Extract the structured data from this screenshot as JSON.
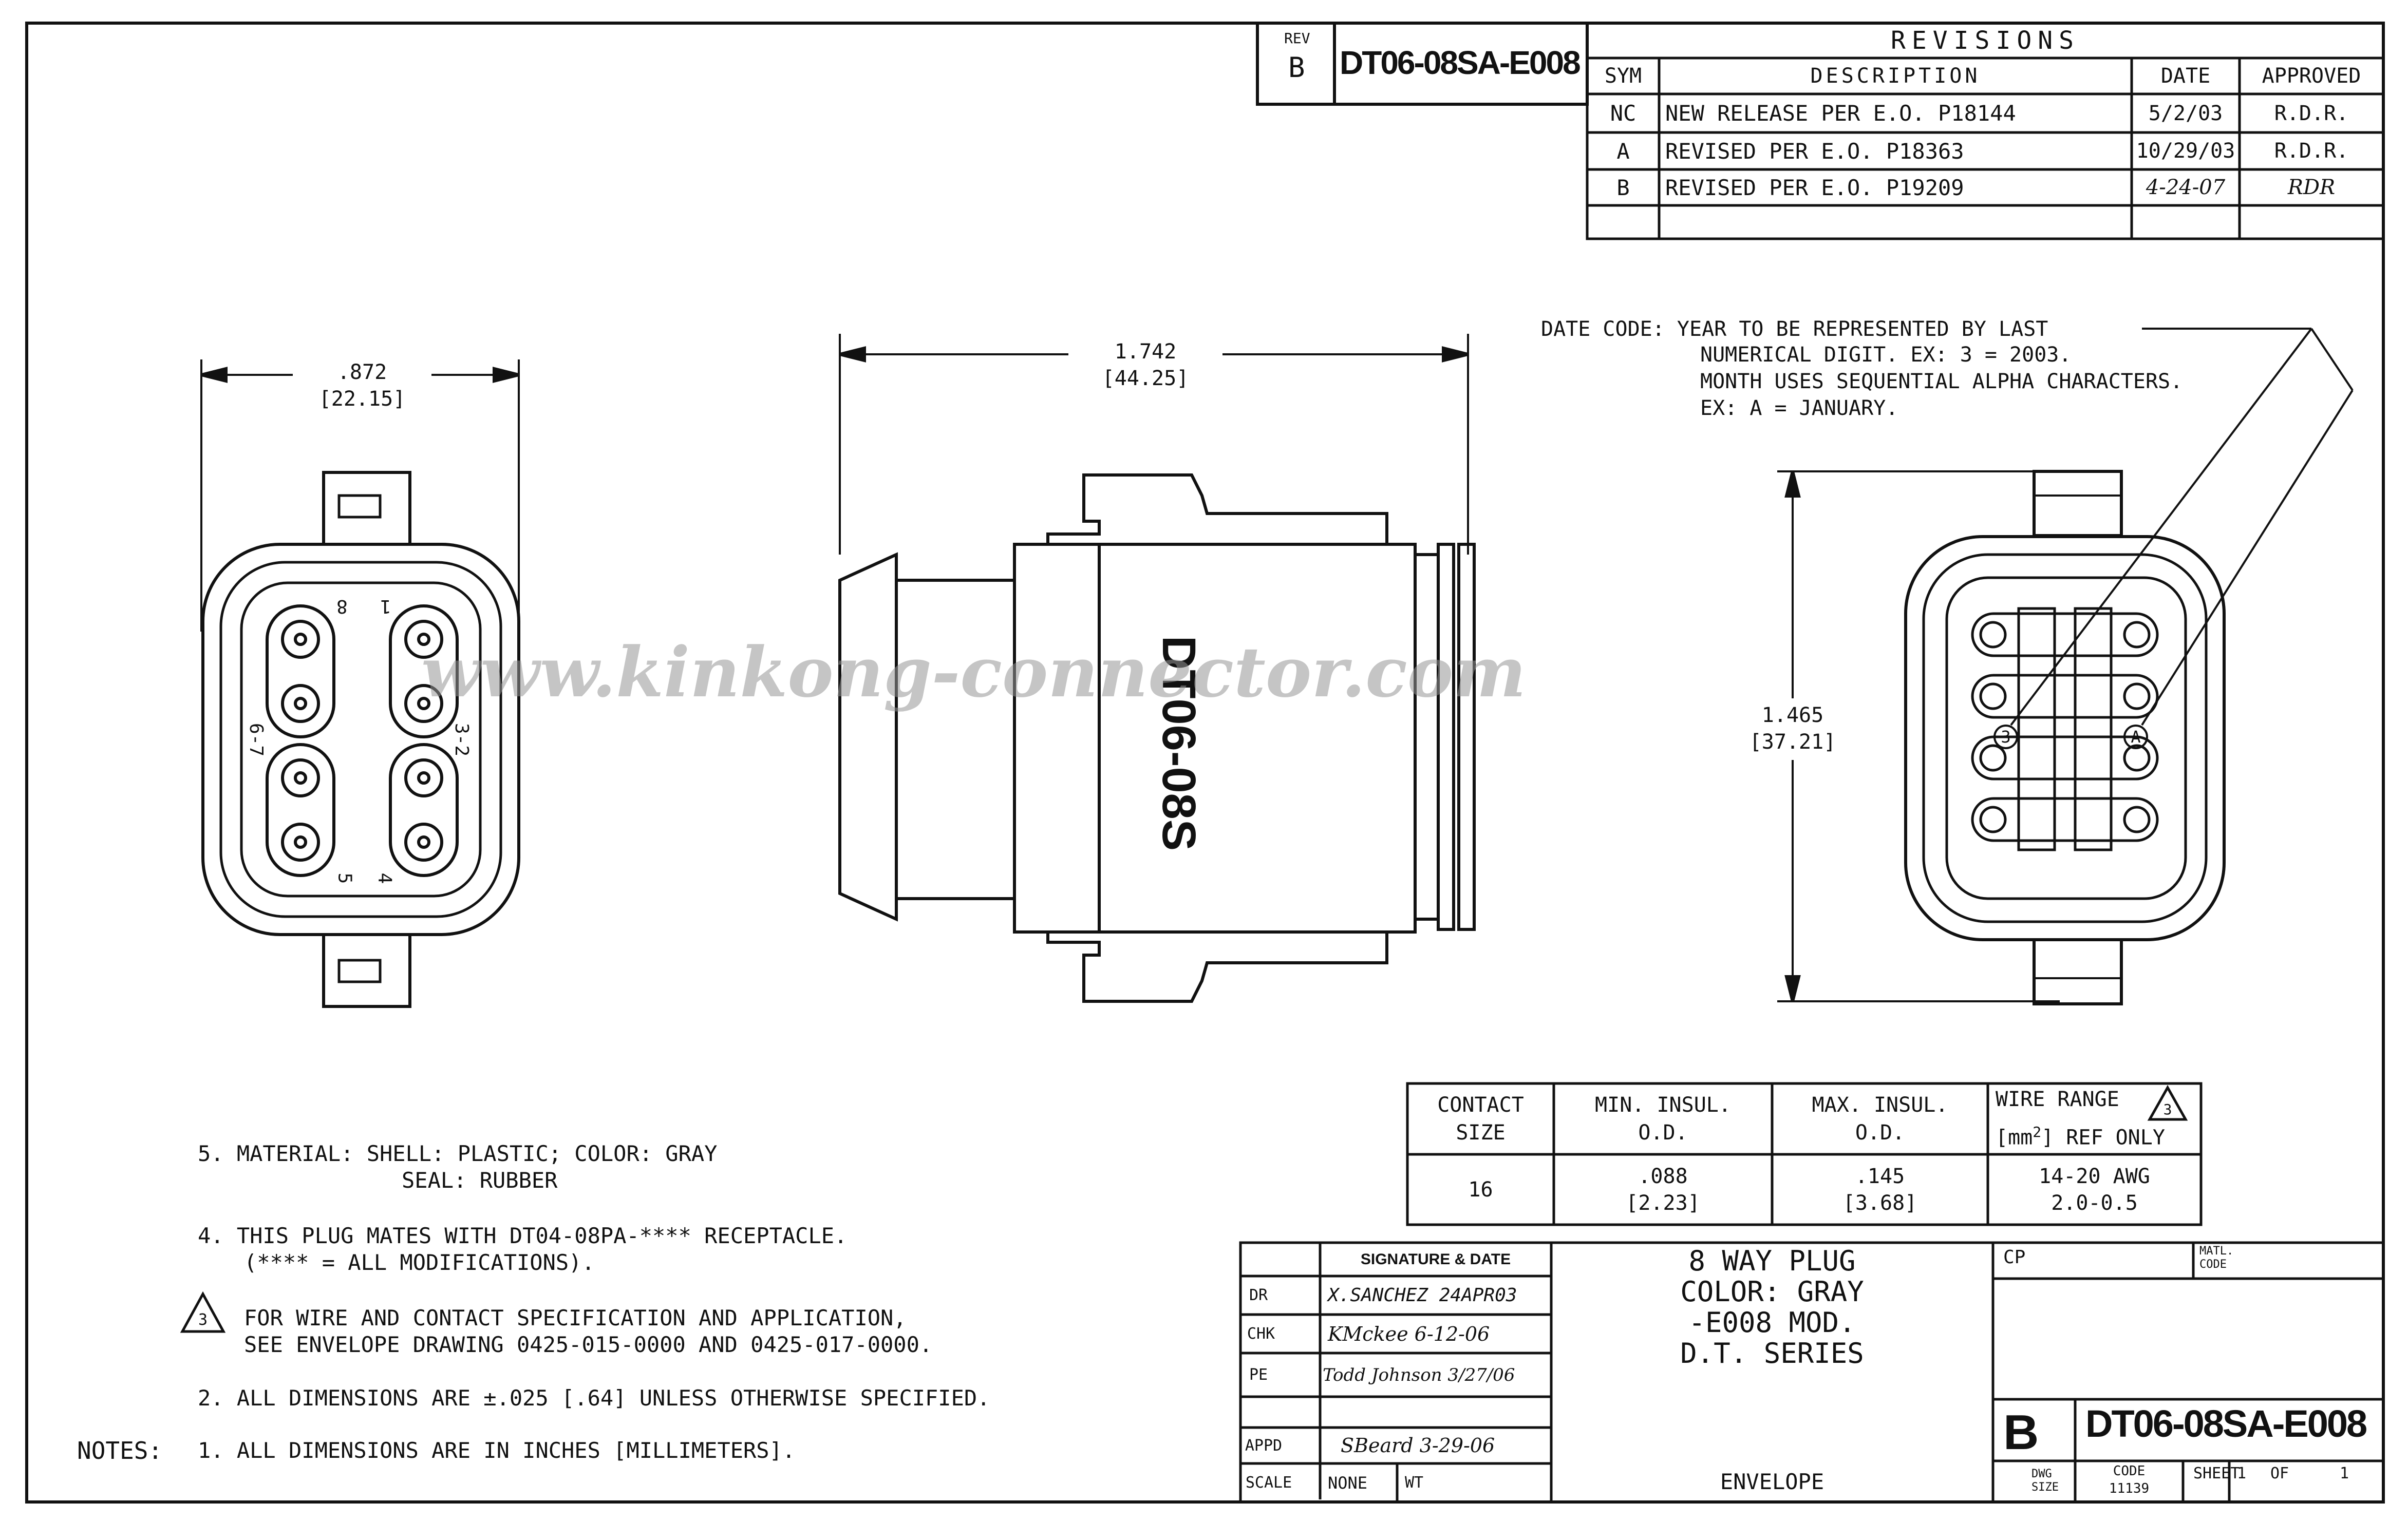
{
  "rev_box": {
    "rev_label": "REV",
    "rev_value": "B",
    "drawing_number": "DT06-08SA-E008"
  },
  "revisions": {
    "title": "REVISIONS",
    "headers": {
      "sym": "SYM",
      "description": "DESCRIPTION",
      "date": "DATE",
      "approved": "APPROVED"
    },
    "rows": [
      {
        "sym": "NC",
        "description": "NEW RELEASE PER E.O. P18144",
        "date": "5/2/03",
        "approved": "R.D.R."
      },
      {
        "sym": "A",
        "description": "REVISED PER E.O. P18363",
        "date": "10/29/03",
        "approved": "R.D.R."
      },
      {
        "sym": "B",
        "description": "REVISED PER E.O. P19209",
        "date": "4-24-07",
        "approved": "RDR"
      }
    ]
  },
  "dimensions": {
    "front_width_in": ".872",
    "front_width_mm": "[22.15]",
    "side_length_in": "1.742",
    "side_length_mm": "[44.25]",
    "rear_height_in": "1.465",
    "rear_height_mm": "[37.21]"
  },
  "views": {
    "part_marking": "DT06-08S",
    "cavity_labels": {
      "c8": "8",
      "c1": "1",
      "c67": "6-7",
      "c32": "3-2",
      "c5": "5",
      "c4": "4"
    },
    "date_code_markers": {
      "year": "3",
      "month": "A"
    }
  },
  "date_code_note": {
    "line1": "DATE CODE: YEAR TO BE REPRESENTED BY LAST",
    "line2": "NUMERICAL DIGIT. EX: 3 = 2003.",
    "line3": "MONTH USES SEQUENTIAL ALPHA CHARACTERS.",
    "line4": "EX: A = JANUARY."
  },
  "watermark": "www.kinkong-connector.com",
  "contact_table": {
    "headers": {
      "contact_size_1": "CONTACT",
      "contact_size_2": "SIZE",
      "min_1": "MIN. INSUL.",
      "min_2": "O.D.",
      "max_1": "MAX. INSUL.",
      "max_2": "O.D.",
      "wire_1": "WIRE RANGE",
      "wire_flag": "3",
      "wire_2a": "[mm",
      "wire_2sup": "2",
      "wire_2b": "] REF ONLY"
    },
    "row": {
      "contact_size": "16",
      "min_in": ".088",
      "min_mm": "[2.23]",
      "max_in": ".145",
      "max_mm": "[3.68]",
      "wire_awg": "14-20 AWG",
      "wire_mm": "2.0-0.5"
    }
  },
  "notes": {
    "n5_line1": "5. MATERIAL: SHELL: PLASTIC; COLOR: GRAY",
    "n5_line2": "SEAL: RUBBER",
    "n4_line1": "4. THIS PLUG MATES WITH DT04-08PA-**** RECEPTACLE.",
    "n4_line2": "(**** = ALL MODIFICATIONS).",
    "n3_flag": "3",
    "n3_line1": "FOR WIRE AND CONTACT SPECIFICATION AND APPLICATION,",
    "n3_line2": "SEE ENVELOPE DRAWING 0425-015-0000 AND 0425-017-0000.",
    "n2": "2. ALL DIMENSIONS ARE ±.025 [.64] UNLESS OTHERWISE SPECIFIED.",
    "n1_prefix": "NOTES:",
    "n1": "1. ALL DIMENSIONS ARE IN INCHES [MILLIMETERS]."
  },
  "title_block": {
    "sig_header": "SIGNATURE & DATE",
    "dr_label": "DR",
    "dr_value": "X.SANCHEZ 24APR03",
    "chk_label": "CHK",
    "chk_value": "KMckee 6-12-06",
    "pe_label": "PE",
    "pe_value": "Todd Johnson 3/27/06",
    "appd_label": "APPD",
    "appd_value": "SBeard 3-29-06",
    "scale_label": "SCALE",
    "scale_value": "NONE",
    "wt_label": "WT",
    "title_1": "8 WAY PLUG",
    "title_2": "COLOR: GRAY",
    "title_3": "-E008 MOD.",
    "title_4": "D.T. SERIES",
    "envelope": "ENVELOPE",
    "cp_label": "CP",
    "matl_label_1": "MATL.",
    "matl_label_2": "CODE",
    "dwg_size_value": "B",
    "dwg_size_label_1": "DWG",
    "dwg_size_label_2": "SIZE",
    "drawing_number": "DT06-08SA-E008",
    "code_label": "CODE",
    "code_value": "11139",
    "sheet_label": "SHEET",
    "sheet_value": "1",
    "of_label": "OF",
    "of_value": "1"
  }
}
